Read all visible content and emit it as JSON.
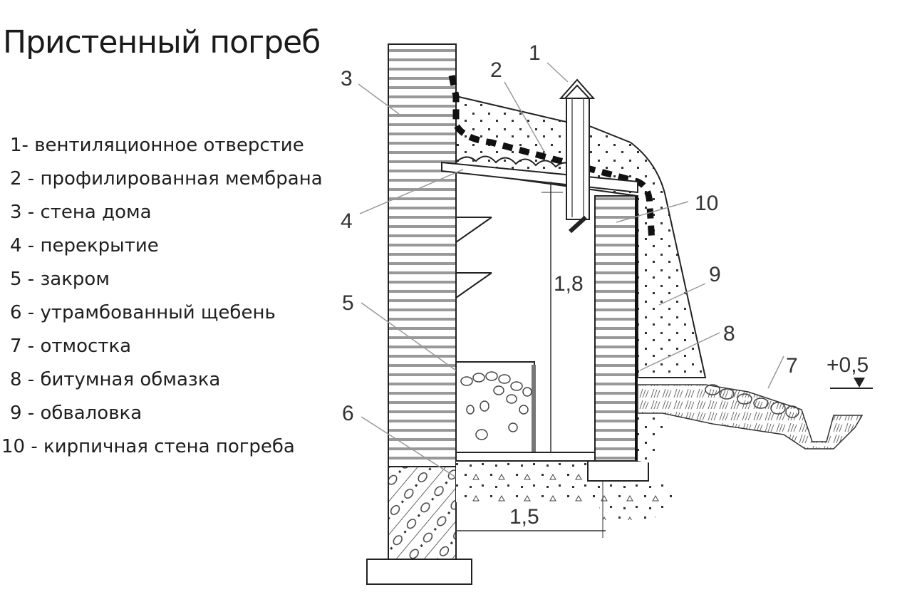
{
  "title": "Пристенный погреб",
  "legend": [
    {
      "num": "1-",
      "text": " вентиляционное отверстие"
    },
    {
      "num": "2 -",
      "text": " профилированная мембрана"
    },
    {
      "num": "3 -",
      "text": " стена дома"
    },
    {
      "num": "4 -",
      "text": " перекрытие"
    },
    {
      "num": "5 -",
      "text": " закром"
    },
    {
      "num": "6 -",
      "text": " утрамбованный щебень"
    },
    {
      "num": "7 -",
      "text": " отмостка"
    },
    {
      "num": "8 -",
      "text": " битумная обмазка"
    },
    {
      "num": "9 -",
      "text": " обваловка"
    },
    {
      "num": "10 -",
      "text": " кирпичная стена погреба"
    }
  ],
  "callouts": {
    "c1": "1",
    "c2": "2",
    "c3": "3",
    "c4": "4",
    "c5": "5",
    "c6": "6",
    "c7": "7",
    "c8": "8",
    "c9": "9",
    "c10": "10"
  },
  "dimensions": {
    "height": "1,8",
    "width": "1,5",
    "level": "+0,5"
  }
}
